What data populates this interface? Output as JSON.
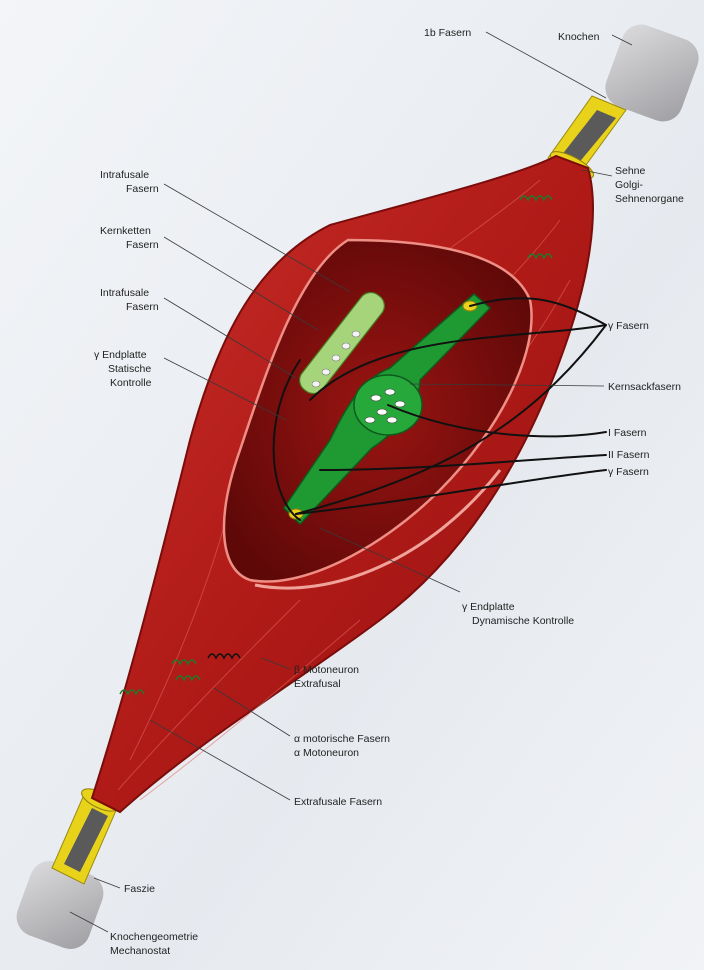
{
  "diagram": {
    "labels": {
      "ib_fasern": "1b Fasern",
      "knochen": "Knochen",
      "sehne_1": "Sehne",
      "sehne_2": "Golgi-",
      "sehne_3": "Sehnenorgane",
      "intrafusale_top_1": "Intrafusale",
      "intrafusale_top_2": "Fasern",
      "kernketten_1": "Kernketten",
      "kernketten_2": "Fasern",
      "intrafusale_mid_1": "Intrafusale",
      "intrafusale_mid_2": "Fasern",
      "endplatte_static_1": "γ Endplatte",
      "endplatte_static_2": "Statische",
      "endplatte_static_3": "Kontrolle",
      "gamma_fasern_top": "γ Fasern",
      "kernsackfasern": "Kernsackfasern",
      "i_fasern": "I Fasern",
      "ii_fasern": "II Fasern",
      "gamma_fasern_bottom": "γ Fasern",
      "endplatte_dynamic_1": "γ Endplatte",
      "endplatte_dynamic_2": "Dynamische Kontrolle",
      "beta_1": "β Motoneuron",
      "beta_2": "Extrafusal",
      "alpha_1": "α motorische Fasern",
      "alpha_2": "α Motoneuron",
      "extrafusale": "Extrafusale Fasern",
      "faszie": "Faszie",
      "knochengeometrie_1": "Knochengeometrie",
      "knochengeometrie_2": "Mechanostat"
    },
    "colors": {
      "muscle": "#b7201c",
      "muscle_dark": "#7a0d0b",
      "spindle_green": "#1f9a33",
      "tendon_yellow": "#e8d21a",
      "bone_gray": "#c4c4c6"
    }
  }
}
